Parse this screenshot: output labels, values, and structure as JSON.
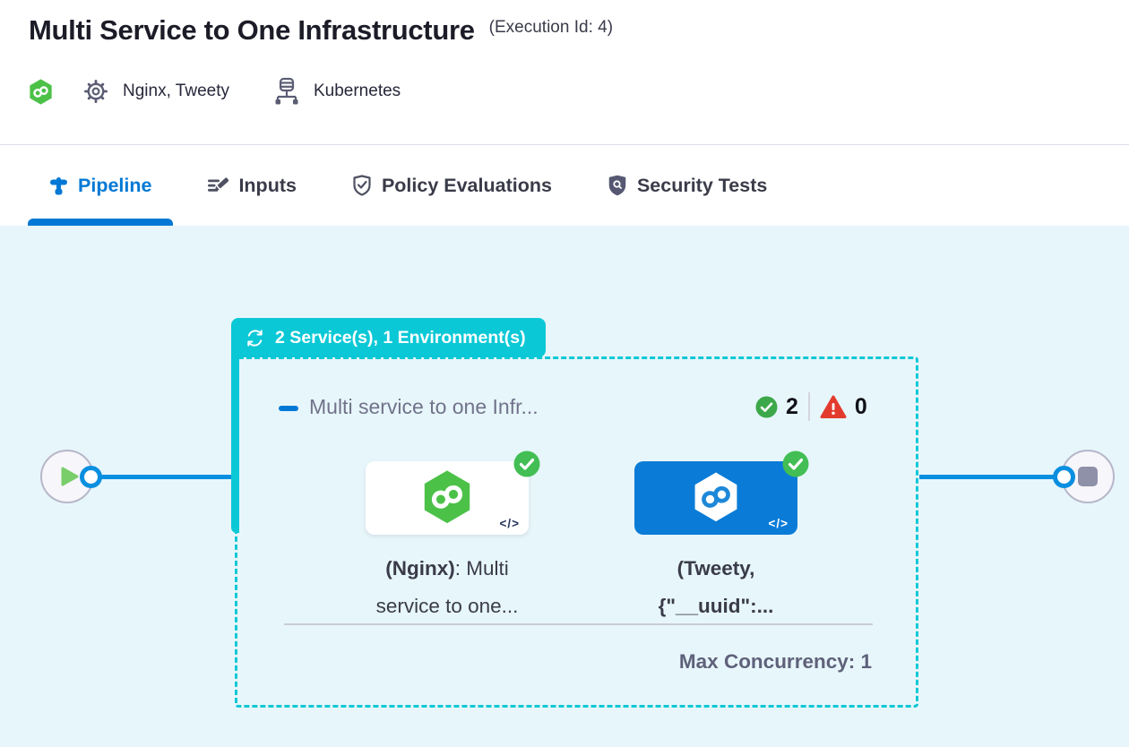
{
  "header": {
    "title": "Multi Service to One Infrastructure",
    "execution_id": "(Execution Id: 4)",
    "services": "Nginx, Tweety",
    "environment": "Kubernetes"
  },
  "tabs": [
    {
      "label": "Pipeline",
      "active": true
    },
    {
      "label": "Inputs",
      "active": false
    },
    {
      "label": "Policy Evaluations",
      "active": false
    },
    {
      "label": "Security Tests",
      "active": false
    }
  ],
  "pipeline": {
    "group_badge": {
      "label": "2 Service(s), 1 Environment(s)"
    },
    "stage": {
      "title": "Multi service to one Infr...",
      "success_count": "2",
      "error_count": "0",
      "max_concurrency": "Max Concurrency: 1",
      "services": [
        {
          "name_bold": "(Nginx)",
          "name_rest": ": Multi",
          "name_line2": "service to one...",
          "code_icon": "</>"
        },
        {
          "name_bold": "(Tweety,",
          "name_rest": "",
          "name_line2": "{\"__uuid\":...",
          "code_icon": "</>"
        }
      ]
    }
  },
  "colors": {
    "teal": "#0BC8D6",
    "primary_blue": "#0278D5",
    "connector_blue": "#0A8FE0",
    "success_green": "#42BE54",
    "error_red": "#E23B2E",
    "canvas_bg": "#E7F6FB"
  }
}
